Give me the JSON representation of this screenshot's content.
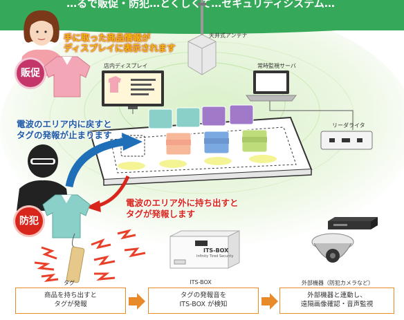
{
  "banner": {
    "title": "…るで販促・防犯…とくしくて…セキュリティシステム…"
  },
  "labels": {
    "promo_text_line1": "手に取った商品情報が",
    "promo_text_line2": "ディスプレイに表示されます",
    "antenna": "天井式アンテナ",
    "display": "店内ディスプレイ",
    "server": "常時監視サーバ",
    "reader_writer": "リーダライタ",
    "return_line1": "電波のエリア内に戻すと",
    "return_line2": "タグの発報が止まります",
    "exit_line1": "電波のエリア外に持ち出すと",
    "exit_line2": "タグが発報します"
  },
  "badges": {
    "promo": "販促",
    "security": "防犯"
  },
  "devices": {
    "itsbox_title": "ITS-BOX",
    "itsbox_subtitle": "Infinity Tired Security"
  },
  "flow": [
    {
      "label": "タグ",
      "line1": "商品を持ち出すと",
      "line2": "タグが発報"
    },
    {
      "label": "ITS-BOX",
      "line1": "タグの発報音を",
      "line2": "ITS-BOX が検知"
    },
    {
      "label": "外部機器（防犯カメラなど）",
      "line1": "外部機器と連動し、",
      "line2": "遠隔画像確認・音声監視"
    }
  ],
  "colors": {
    "banner": "#35a85a",
    "promo_badge": "#c4366a",
    "security_badge": "#d8261c",
    "flow_border": "#e88a2a",
    "arrow_orange": "#e88a2a"
  }
}
